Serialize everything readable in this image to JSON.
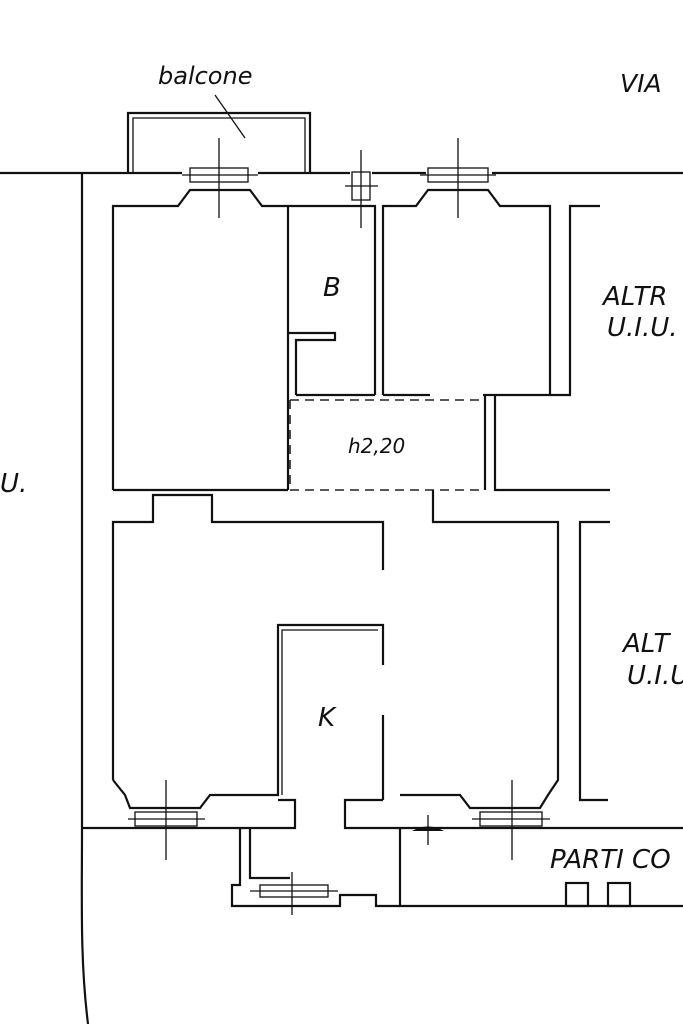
{
  "labels": {
    "balcone": "balcone",
    "via": "VIA",
    "room_b": "B",
    "height_note": "h2,20",
    "room_k": "K",
    "altre_top_1": "ALTR",
    "altre_top_2": "U.I.U.",
    "altre_bottom_1": "ALT",
    "altre_bottom_2": "U.I.U",
    "left_uiu": "U.",
    "parti_comuni": "PARTI CO"
  },
  "colors": {
    "line": "#111111",
    "background": "#ffffff"
  }
}
